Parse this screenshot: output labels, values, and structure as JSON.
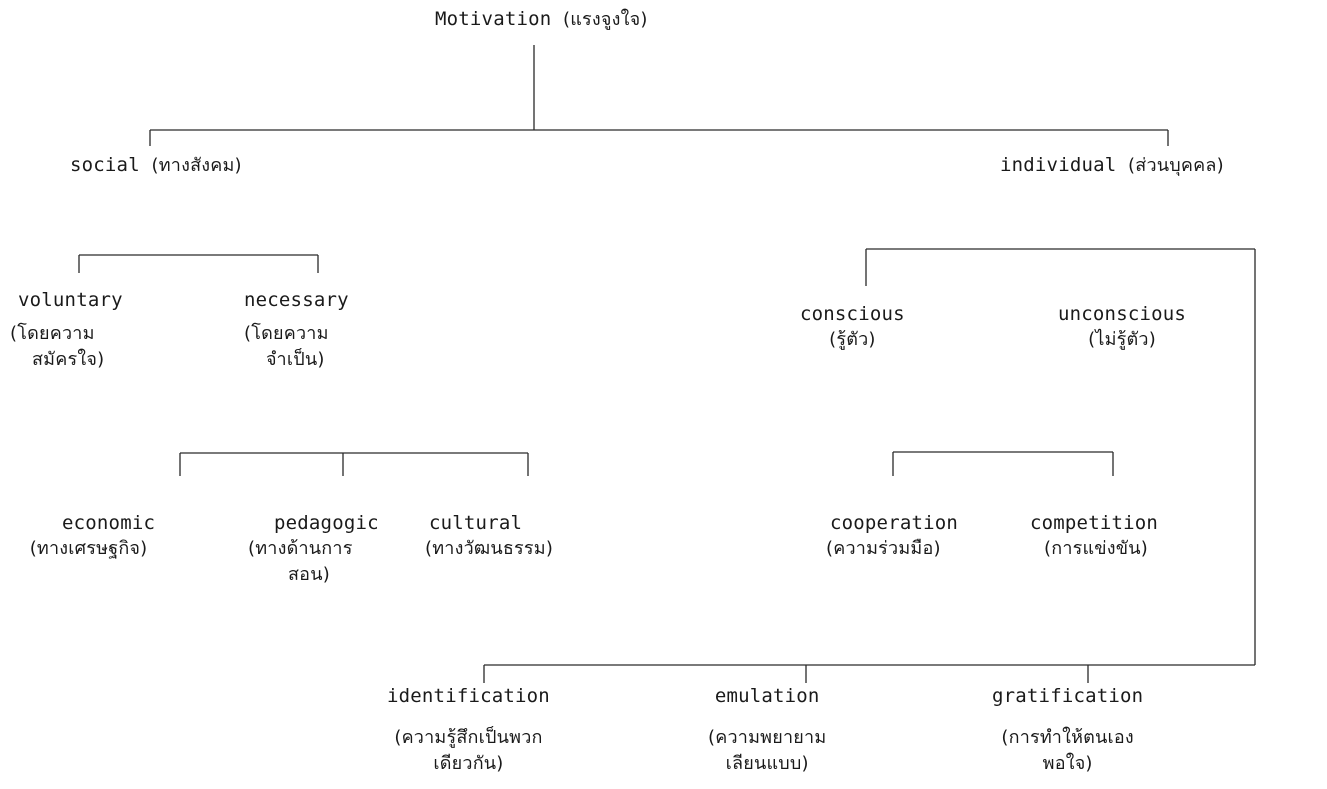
{
  "root": {
    "en": "Motivation",
    "th": "(แรงจูงใจ)"
  },
  "social": {
    "en": "social",
    "th": "(ทางสังคม)"
  },
  "individual": {
    "en": "individual",
    "th": "(ส่วนบุคคล)"
  },
  "voluntary": {
    "en": "voluntary",
    "th1": "(โดยความ",
    "th2": "สมัครใจ)"
  },
  "necessary": {
    "en": "necessary",
    "th1": "(โดยความ",
    "th2": "จำเป็น)"
  },
  "conscious": {
    "en": "conscious",
    "th": "(รู้ตัว)"
  },
  "unconscious": {
    "en": "unconscious",
    "th": "(ไม่รู้ตัว)"
  },
  "economic": {
    "en": "economic",
    "th": "(ทางเศรษฐกิจ)"
  },
  "pedagogic": {
    "en": "pedagogic",
    "th1": "(ทางด้านการ",
    "th2": "สอน)"
  },
  "cultural": {
    "en": "cultural",
    "th": "(ทางวัฒนธรรม)"
  },
  "cooperation": {
    "en": "cooperation",
    "th": "(ความร่วมมือ)"
  },
  "competition": {
    "en": "competition",
    "th": "(การแข่งขัน)"
  },
  "identification": {
    "en": "identification",
    "th1": "(ความรู้สึกเป็นพวก",
    "th2": "เดียวกัน)"
  },
  "emulation": {
    "en": "emulation",
    "th1": "(ความพยายาม",
    "th2": "เลียนแบบ)"
  },
  "gratification": {
    "en": "gratification",
    "th1": "(การทำให้ตนเอง",
    "th2": "พอใจ)"
  }
}
